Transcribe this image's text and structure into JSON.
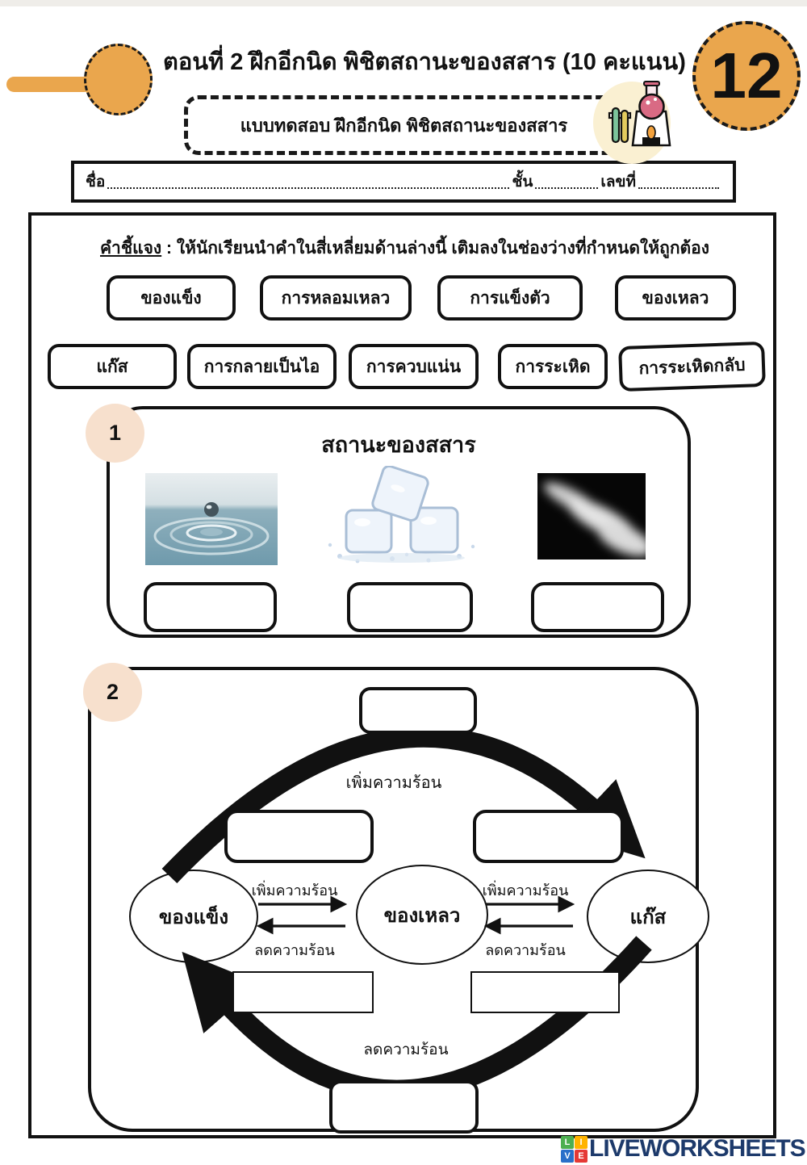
{
  "header": {
    "title": "ตอนที่ 2 ฝึกอีกนิด พิชิตสถานะของสสาร (10 คะแนน)",
    "subtitle": "แบบทดสอบ ฝึกอีกนิด พิชิตสถานะของสสาร",
    "score_badge": "12",
    "name_label": "ชื่อ",
    "class_label": "ชั้น",
    "number_label": "เลขที่"
  },
  "instruction": {
    "label": "คำชี้แจง",
    "text": " : ให้นักเรียนนำคำในสี่เหลี่ยมด้านล่างนี้ เติมลงในช่องว่างที่กำหนดให้ถูกต้อง"
  },
  "word_bank": [
    "ของแข็ง",
    "การหลอมเหลว",
    "การแข็งตัว",
    "ของเหลว",
    "แก๊ส",
    "การกลายเป็นไอ",
    "การควบแน่น",
    "การระเหิด",
    "การระเหิดกลับ"
  ],
  "section1": {
    "number": "1",
    "title": "สถานะของสสาร",
    "image_names": [
      "water-droplet-image",
      "ice-cubes-image",
      "steam-smoke-image"
    ]
  },
  "section2": {
    "number": "2",
    "states": [
      "ของแข็ง",
      "ของเหลว",
      "แก๊ส"
    ],
    "heat_up_label": "เพิ่มความร้อน",
    "heat_down_label": "ลดความร้อน"
  },
  "footer": {
    "brand": "LIVEWORKSHEETS",
    "logo_letters": [
      "L",
      "I",
      "V",
      "E"
    ]
  },
  "colors": {
    "accent_orange": "#eaa64d",
    "badge_peach": "#f7e0cd",
    "brand_navy": "#1d3a6b",
    "logo_green": "#4caf50",
    "logo_yellow": "#ffb300",
    "logo_blue": "#2a6fc9",
    "logo_red": "#e53935"
  }
}
